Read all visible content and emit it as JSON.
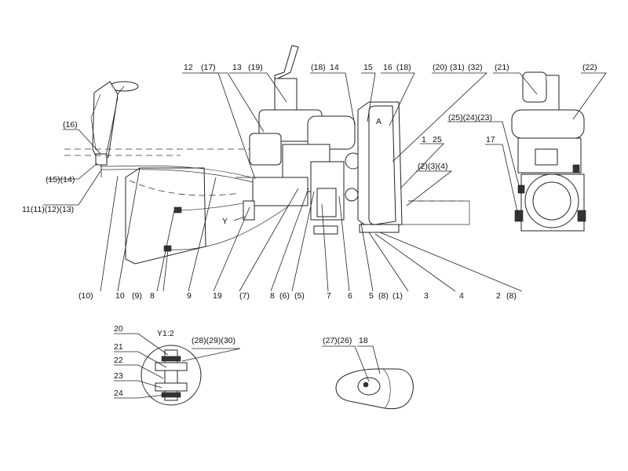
{
  "diagram": {
    "callouts": [
      {
        "id": "c1",
        "text": "12"
      },
      {
        "id": "c2",
        "text": "(17)"
      },
      {
        "id": "c3",
        "text": "13"
      },
      {
        "id": "c4",
        "text": "(19)"
      },
      {
        "id": "c5",
        "text": "(18)"
      },
      {
        "id": "c6",
        "text": "14"
      },
      {
        "id": "c7",
        "text": "15"
      },
      {
        "id": "c8",
        "text": "16"
      },
      {
        "id": "c9",
        "text": "(18)"
      },
      {
        "id": "c10",
        "text": "(20)"
      },
      {
        "id": "c11",
        "text": "(31)"
      },
      {
        "id": "c12",
        "text": "(32)"
      },
      {
        "id": "c13",
        "text": "(21)"
      },
      {
        "id": "c14",
        "text": "(22)"
      },
      {
        "id": "c15",
        "text": "(16)"
      },
      {
        "id": "c16",
        "text": "(15)(14)"
      },
      {
        "id": "c17",
        "text": "11(11)(12)(13)"
      },
      {
        "id": "c18",
        "text": "(25)(24)(23)"
      },
      {
        "id": "c19",
        "text": "17"
      },
      {
        "id": "c20",
        "text": "1"
      },
      {
        "id": "c21",
        "text": "25"
      },
      {
        "id": "c22",
        "text": "(2)(3)(4)"
      },
      {
        "id": "c23",
        "text": "A"
      },
      {
        "id": "c24",
        "text": "Y"
      },
      {
        "id": "c25",
        "text": "(10)"
      },
      {
        "id": "c26",
        "text": "10"
      },
      {
        "id": "c27",
        "text": "(9)"
      },
      {
        "id": "c28",
        "text": "8"
      },
      {
        "id": "c29",
        "text": "9"
      },
      {
        "id": "c30",
        "text": "19"
      },
      {
        "id": "c31",
        "text": "(7)"
      },
      {
        "id": "c32",
        "text": "8"
      },
      {
        "id": "c33",
        "text": "(6)"
      },
      {
        "id": "c34",
        "text": "(5)"
      },
      {
        "id": "c35",
        "text": "7"
      },
      {
        "id": "c36",
        "text": "6"
      },
      {
        "id": "c37",
        "text": "5"
      },
      {
        "id": "c38",
        "text": "(8)"
      },
      {
        "id": "c39",
        "text": "(1)"
      },
      {
        "id": "c40",
        "text": "3"
      },
      {
        "id": "c41",
        "text": "4"
      },
      {
        "id": "c42",
        "text": "2"
      },
      {
        "id": "c43",
        "text": "(8)"
      },
      {
        "id": "c44",
        "text": "20"
      },
      {
        "id": "c45",
        "text": "Y1:2"
      },
      {
        "id": "c46",
        "text": "(28)(29)(30)"
      },
      {
        "id": "c47",
        "text": "21"
      },
      {
        "id": "c48",
        "text": "22"
      },
      {
        "id": "c49",
        "text": "23"
      },
      {
        "id": "c50",
        "text": "24"
      },
      {
        "id": "c51",
        "text": "(27)(26)"
      },
      {
        "id": "c52",
        "text": "18"
      }
    ]
  }
}
